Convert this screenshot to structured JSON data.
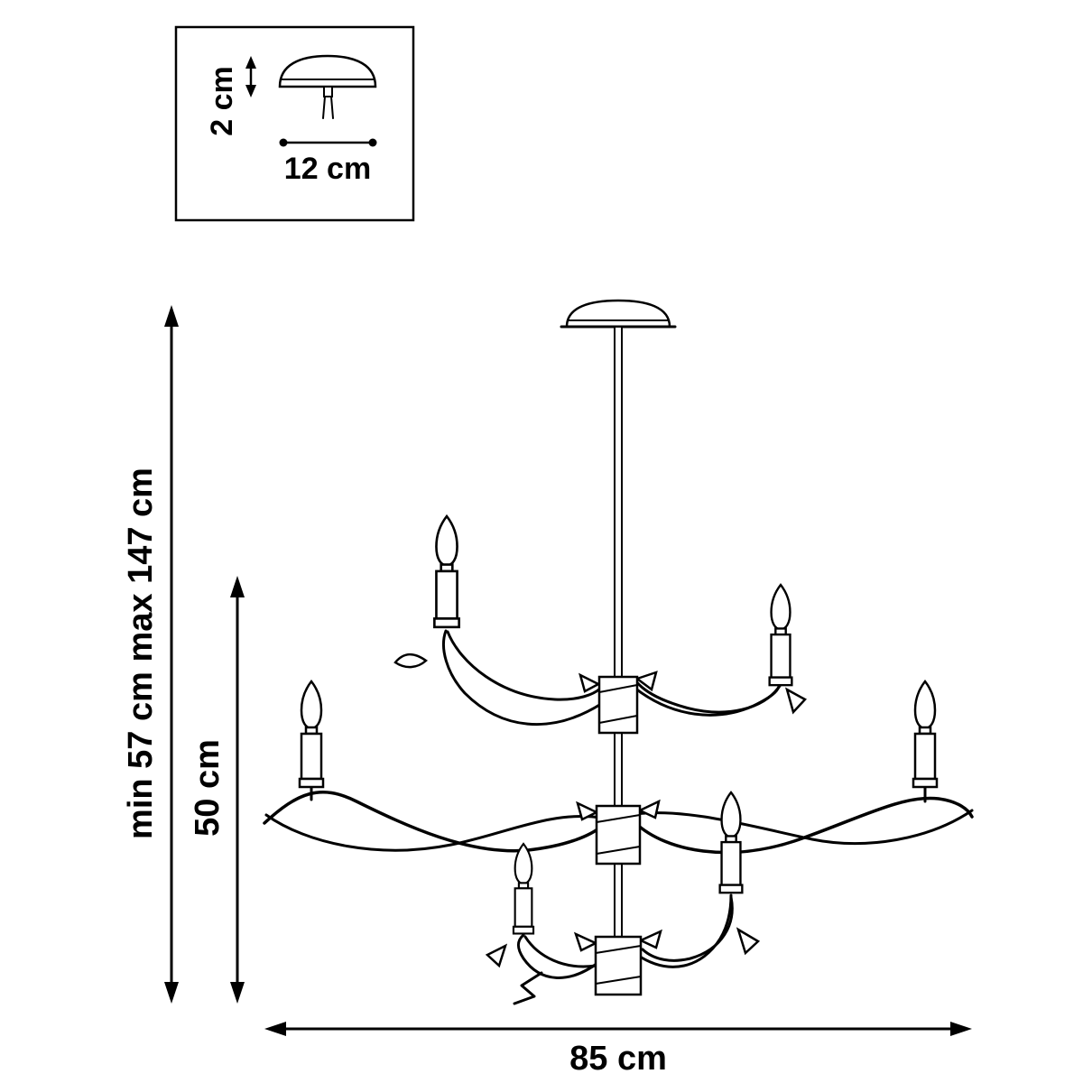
{
  "page": {
    "background_color": "#ffffff",
    "line_color": "#000000"
  },
  "inset": {
    "height_label": "2 cm",
    "width_label": "12 cm"
  },
  "dimensions": {
    "overall_height_label": "min 57 cm max 147 cm",
    "drop_height_label": "50 cm",
    "width_label": "85 cm"
  }
}
